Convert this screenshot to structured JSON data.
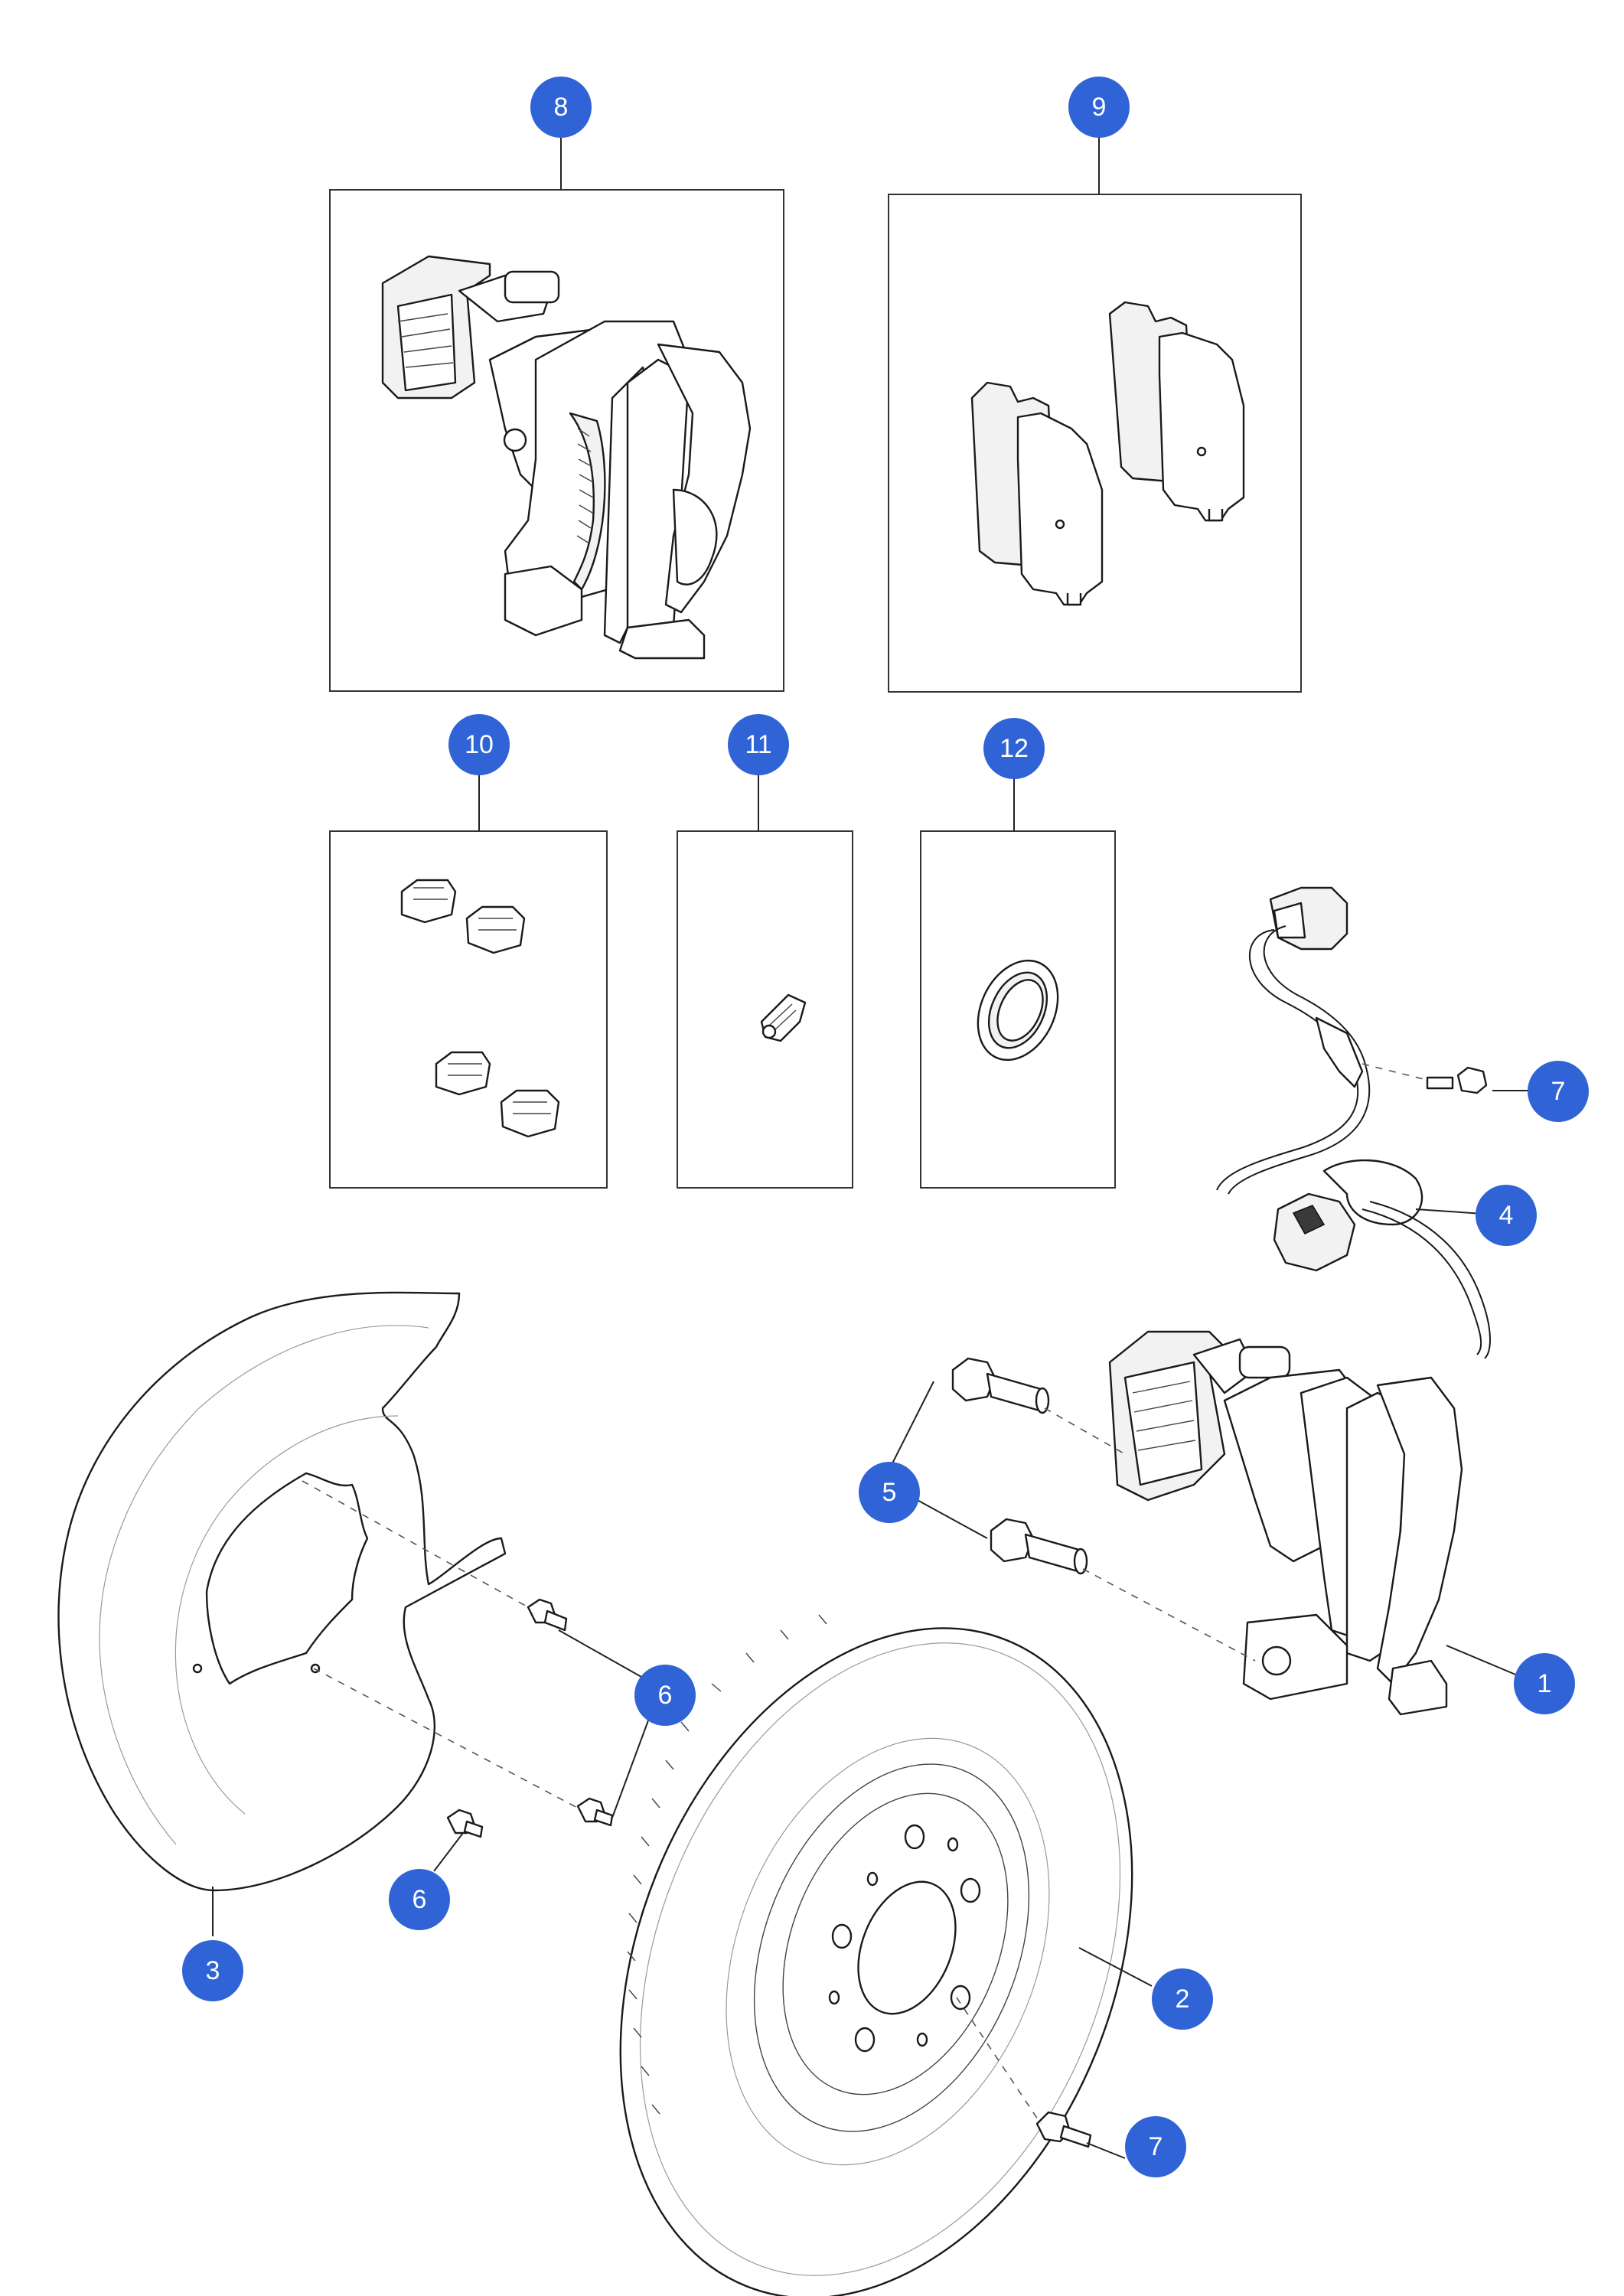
{
  "colors": {
    "badge_fill": "#2f63d6",
    "badge_text": "#ffffff",
    "line": "#1a1a1a"
  },
  "callouts": [
    {
      "id": "c8",
      "label": "8"
    },
    {
      "id": "c9",
      "label": "9"
    },
    {
      "id": "c10",
      "label": "10"
    },
    {
      "id": "c11",
      "label": "11"
    },
    {
      "id": "c12",
      "label": "12"
    },
    {
      "id": "c7a",
      "label": "7"
    },
    {
      "id": "c4",
      "label": "4"
    },
    {
      "id": "c5",
      "label": "5"
    },
    {
      "id": "c1",
      "label": "1"
    },
    {
      "id": "c6a",
      "label": "6"
    },
    {
      "id": "c6b",
      "label": "6"
    },
    {
      "id": "c3",
      "label": "3"
    },
    {
      "id": "c2",
      "label": "2"
    },
    {
      "id": "c7b",
      "label": "7"
    }
  ]
}
